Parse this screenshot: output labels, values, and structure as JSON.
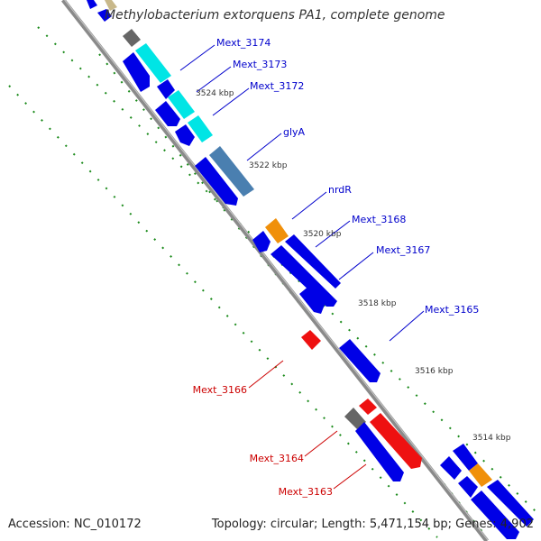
{
  "header": {
    "title": "Methylobacterium extorquens PA1, complete genome"
  },
  "footer": {
    "accession": "Accession: NC_010172",
    "stats": "Topology: circular; Length: 5,471,154 bp; Genes: 4,902"
  },
  "colors": {
    "backbone": "#8a8a8a",
    "tick_marks": "#1a8a1a",
    "forward_label": "#0000cc",
    "reverse_label": "#cc0000",
    "cds_blue": "#0000e6",
    "cyan": "#00e5e5",
    "steel_blue": "#4a7fb0",
    "orange": "#f0900a",
    "gray": "#666666",
    "red": "#ee1111"
  },
  "kbp_ticks": [
    "3524 kbp",
    "3522 kbp",
    "3520 kbp",
    "3518 kbp",
    "3516 kbp",
    "3514 kbp"
  ],
  "forward_genes": [
    "Mext_3174",
    "Mext_3173",
    "Mext_3172",
    "glyA",
    "nrdR",
    "Mext_3168",
    "Mext_3167",
    "Mext_3165"
  ],
  "reverse_genes": [
    "Mext_3166",
    "Mext_3164",
    "Mext_3163"
  ]
}
